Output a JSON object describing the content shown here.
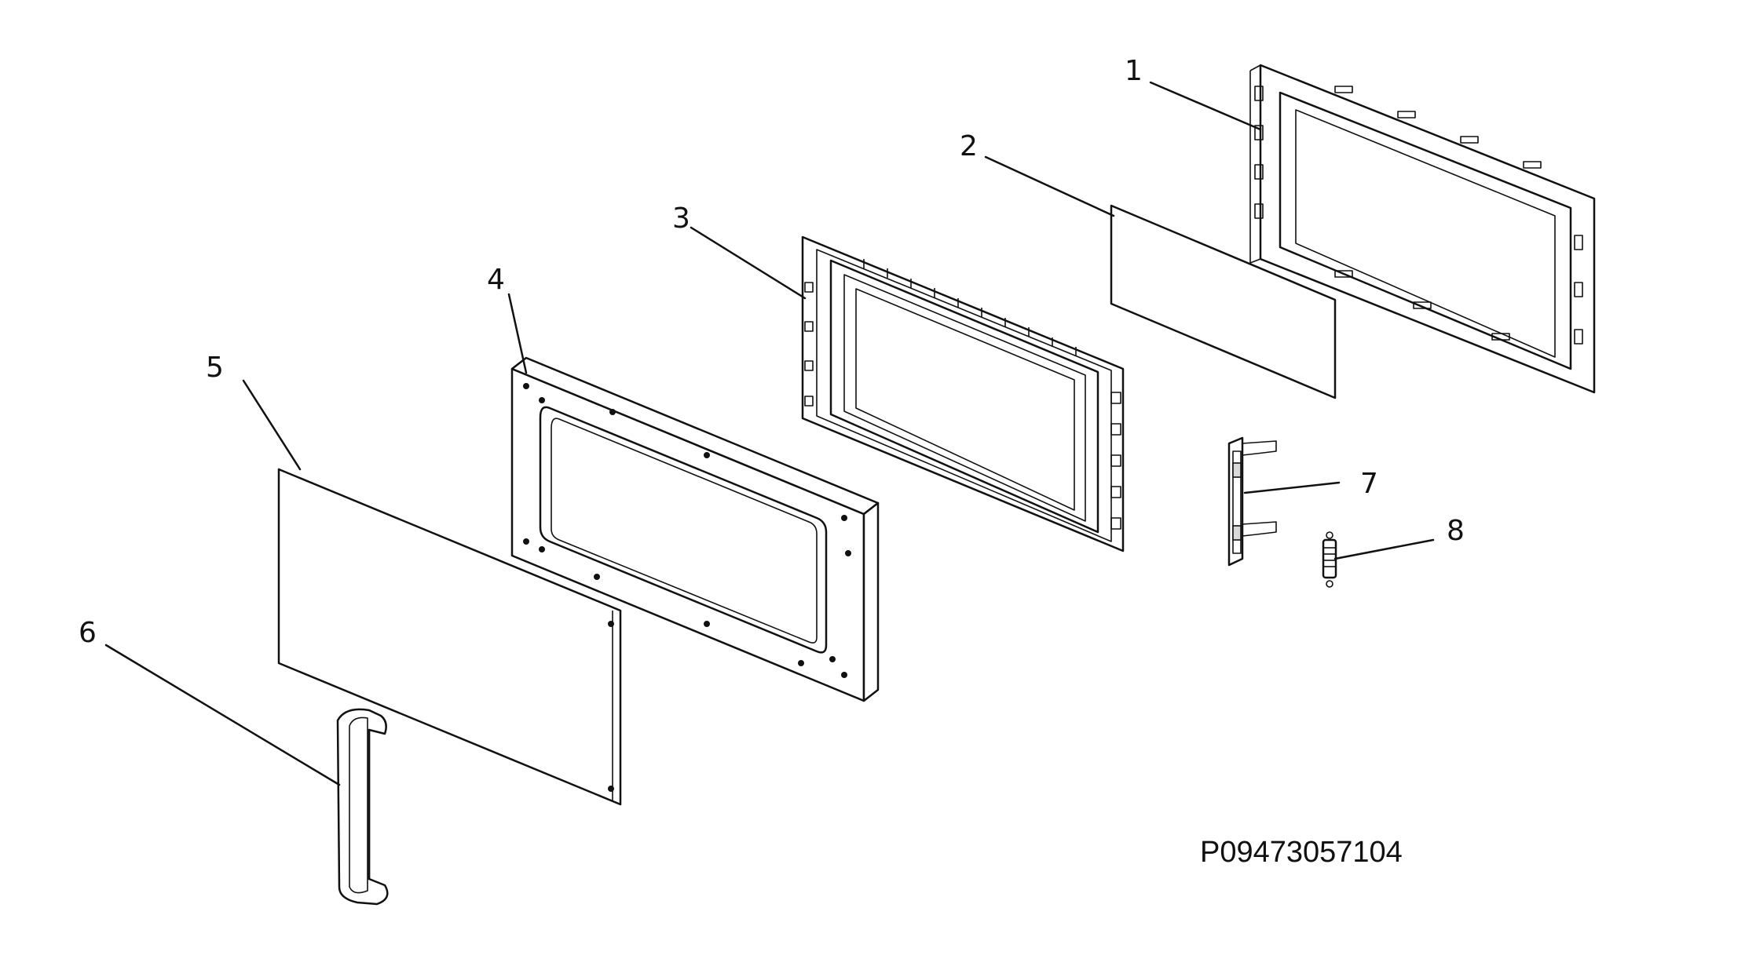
{
  "diagram": {
    "part_code": "P09473057104",
    "callouts": [
      {
        "number": "1"
      },
      {
        "number": "2"
      },
      {
        "number": "3"
      },
      {
        "number": "4"
      },
      {
        "number": "5"
      },
      {
        "number": "6"
      },
      {
        "number": "7"
      },
      {
        "number": "8"
      }
    ]
  },
  "colors": {
    "line": "#111111",
    "background": "#ffffff"
  }
}
